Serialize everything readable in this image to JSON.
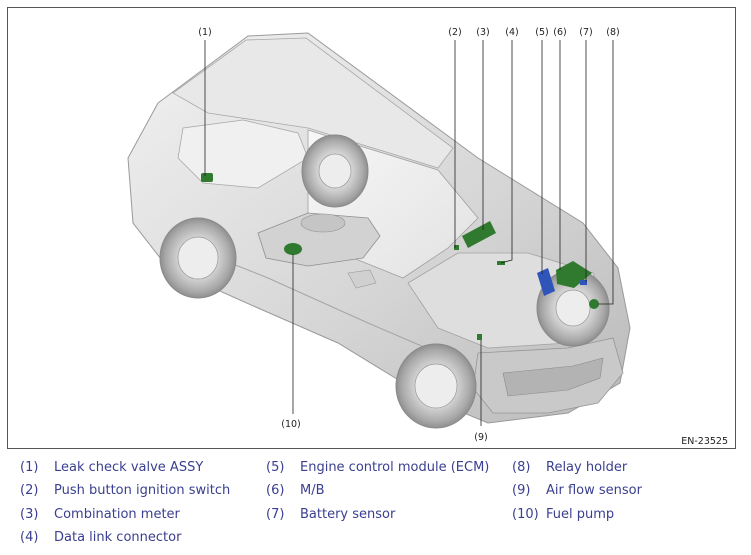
{
  "figure": {
    "code": "EN-23525",
    "callouts": [
      "(1)",
      "(2)",
      "(3)",
      "(4)",
      "(5)",
      "(6)",
      "(7)",
      "(8)",
      "(9)",
      "(10)"
    ]
  },
  "legend": [
    {
      "num": "(1)",
      "label": "Leak check valve ASSY"
    },
    {
      "num": "(2)",
      "label": "Push button ignition switch"
    },
    {
      "num": "(3)",
      "label": "Combination meter"
    },
    {
      "num": "(4)",
      "label": "Data link connector"
    },
    {
      "num": "(5)",
      "label": "Engine control module (ECM)"
    },
    {
      "num": "(6)",
      "label": "M/B"
    },
    {
      "num": "(7)",
      "label": "Battery sensor"
    },
    {
      "num": "(8)",
      "label": "Relay holder"
    },
    {
      "num": "(9)",
      "label": "Air flow sensor"
    },
    {
      "num": "(10)",
      "label": "Fuel pump"
    }
  ],
  "colors": {
    "component_green": "#2f7a2f",
    "component_blue": "#2f55b8",
    "body_gray": "#d9d9d9",
    "legend_text": "#3a3f8f"
  }
}
